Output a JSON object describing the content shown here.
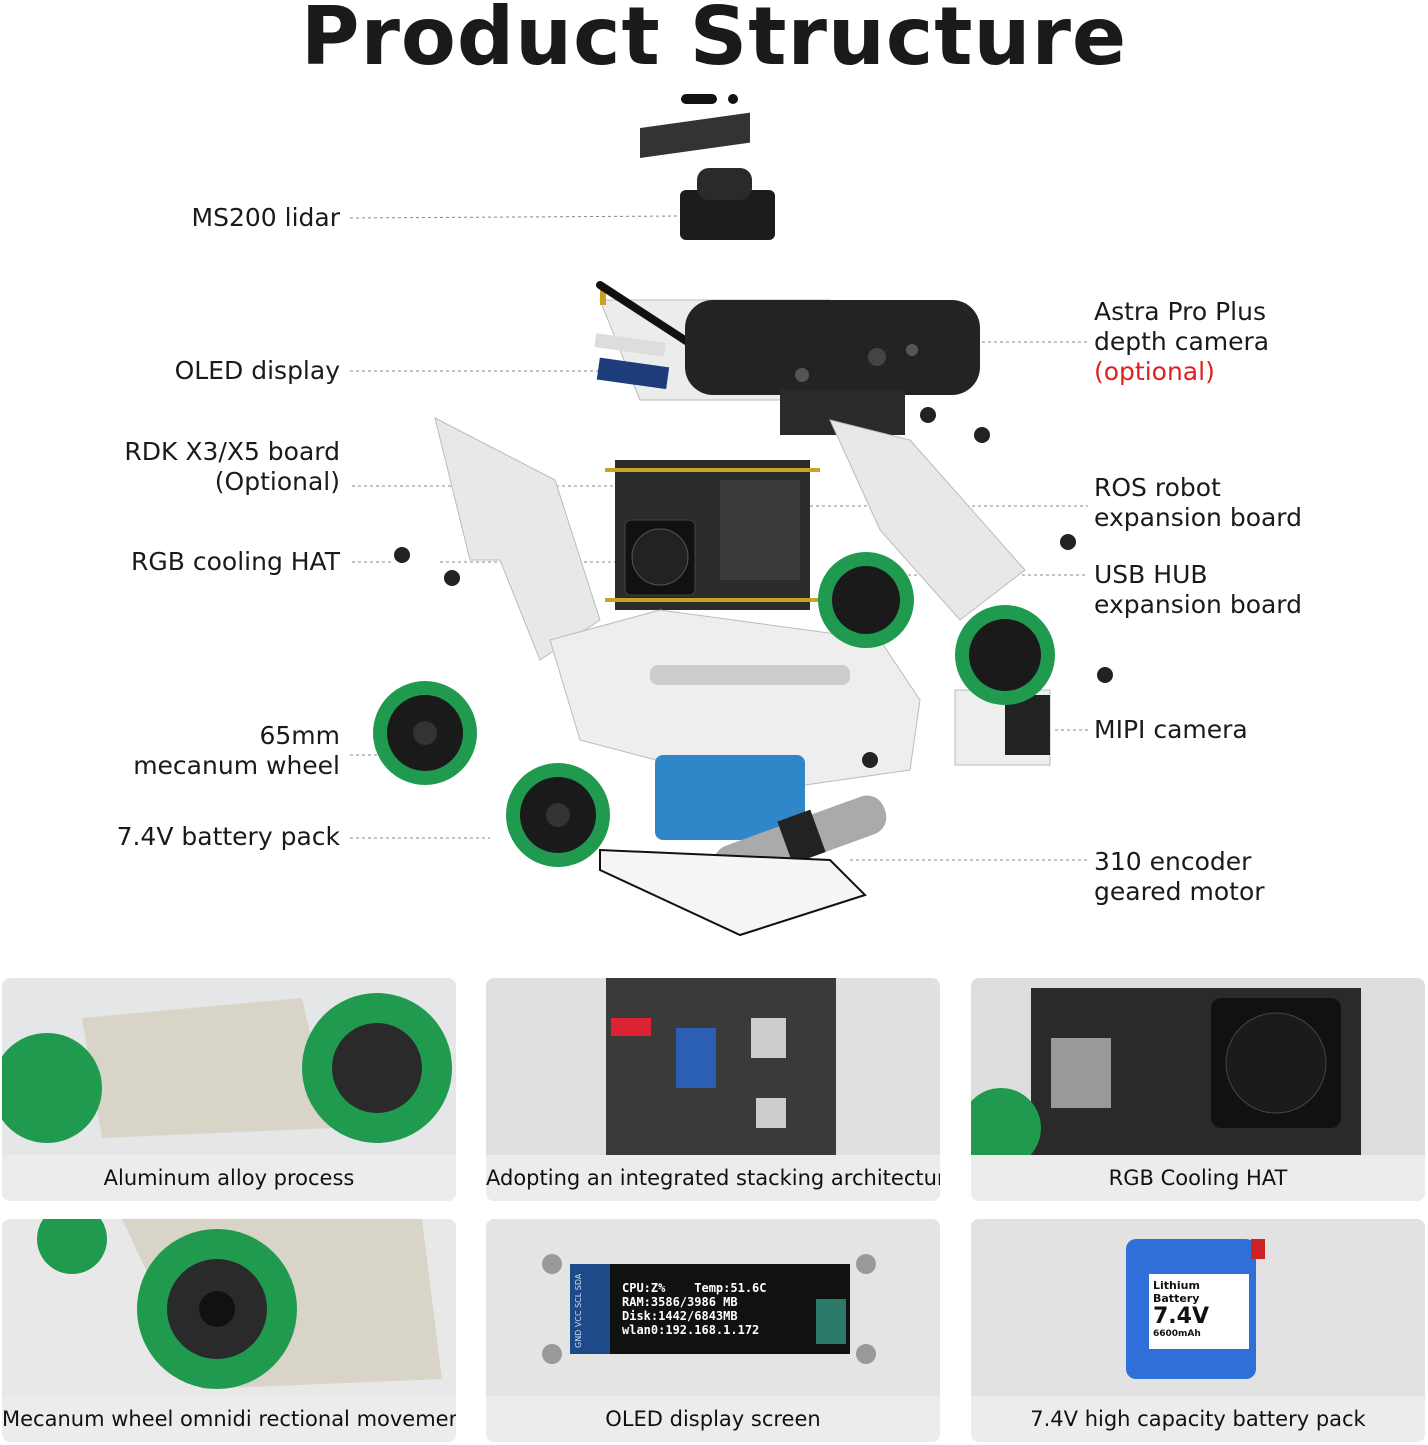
{
  "title": "Product Structure",
  "left_labels": [
    {
      "lines": [
        "MS200 lidar"
      ]
    },
    {
      "lines": [
        "OLED display"
      ]
    },
    {
      "lines": [
        "RDK X3/X5 board",
        "(Optional)"
      ]
    },
    {
      "lines": [
        "RGB cooling HAT"
      ]
    },
    {
      "lines": [
        "65mm",
        "mecanum wheel"
      ]
    },
    {
      "lines": [
        "7.4V battery pack"
      ]
    }
  ],
  "right_labels": [
    {
      "lines": [
        "Astra Pro Plus",
        "depth camera"
      ],
      "note": "(optional)"
    },
    {
      "lines": [
        "ROS robot",
        "expansion board"
      ]
    },
    {
      "lines": [
        "USB HUB",
        "expansion board"
      ]
    },
    {
      "lines": [
        "MIPI camera"
      ]
    },
    {
      "lines": [
        "310 encoder",
        "geared motor"
      ]
    }
  ],
  "tiles": [
    {
      "caption": "Aluminum alloy process"
    },
    {
      "caption": "Adopting an integrated stacking architecture"
    },
    {
      "caption": "RGB Cooling HAT"
    },
    {
      "caption": "Mecanum wheel omnidi rectional movement"
    },
    {
      "caption": "OLED display screen",
      "screen": [
        "CPU:Z%    Temp:51.6C",
        "RAM:3586/3986 MB",
        "Disk:1442/6843MB",
        "wlan0:192.168.1.172"
      ],
      "pins": "GND VCC SCL SDA"
    },
    {
      "caption": "7.4V high capacity battery pack",
      "battery": {
        "brand": "Lithium Battery",
        "voltage": "7.4V",
        "capacity": "6600mAh"
      }
    }
  ],
  "colors": {
    "accent_note": "#e02020",
    "wheel": "#1f9a4e",
    "battery": "#2f86c9"
  }
}
